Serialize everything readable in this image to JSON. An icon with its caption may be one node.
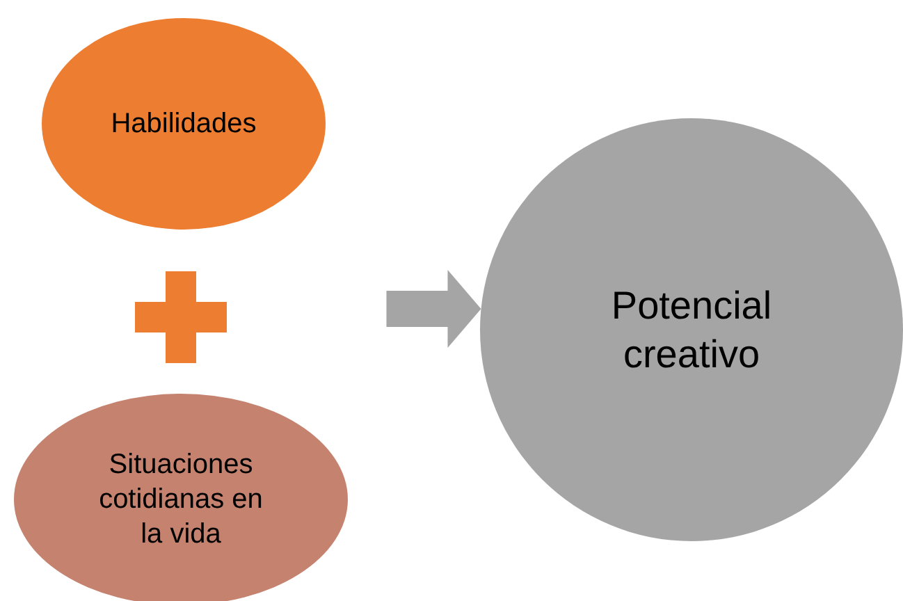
{
  "diagram": {
    "nodes": [
      {
        "text": [
          "Habilidades"
        ]
      },
      {
        "text": [
          "Situaciones cotidianas en la vida"
        ]
      },
      {
        "text": [
          "Potencial creativo"
        ]
      }
    ],
    "edges": [
      {
        "from": null,
        "to": 2,
        "arrow": "to",
        "color": "#a5a5a5"
      }
    ]
  }
}
